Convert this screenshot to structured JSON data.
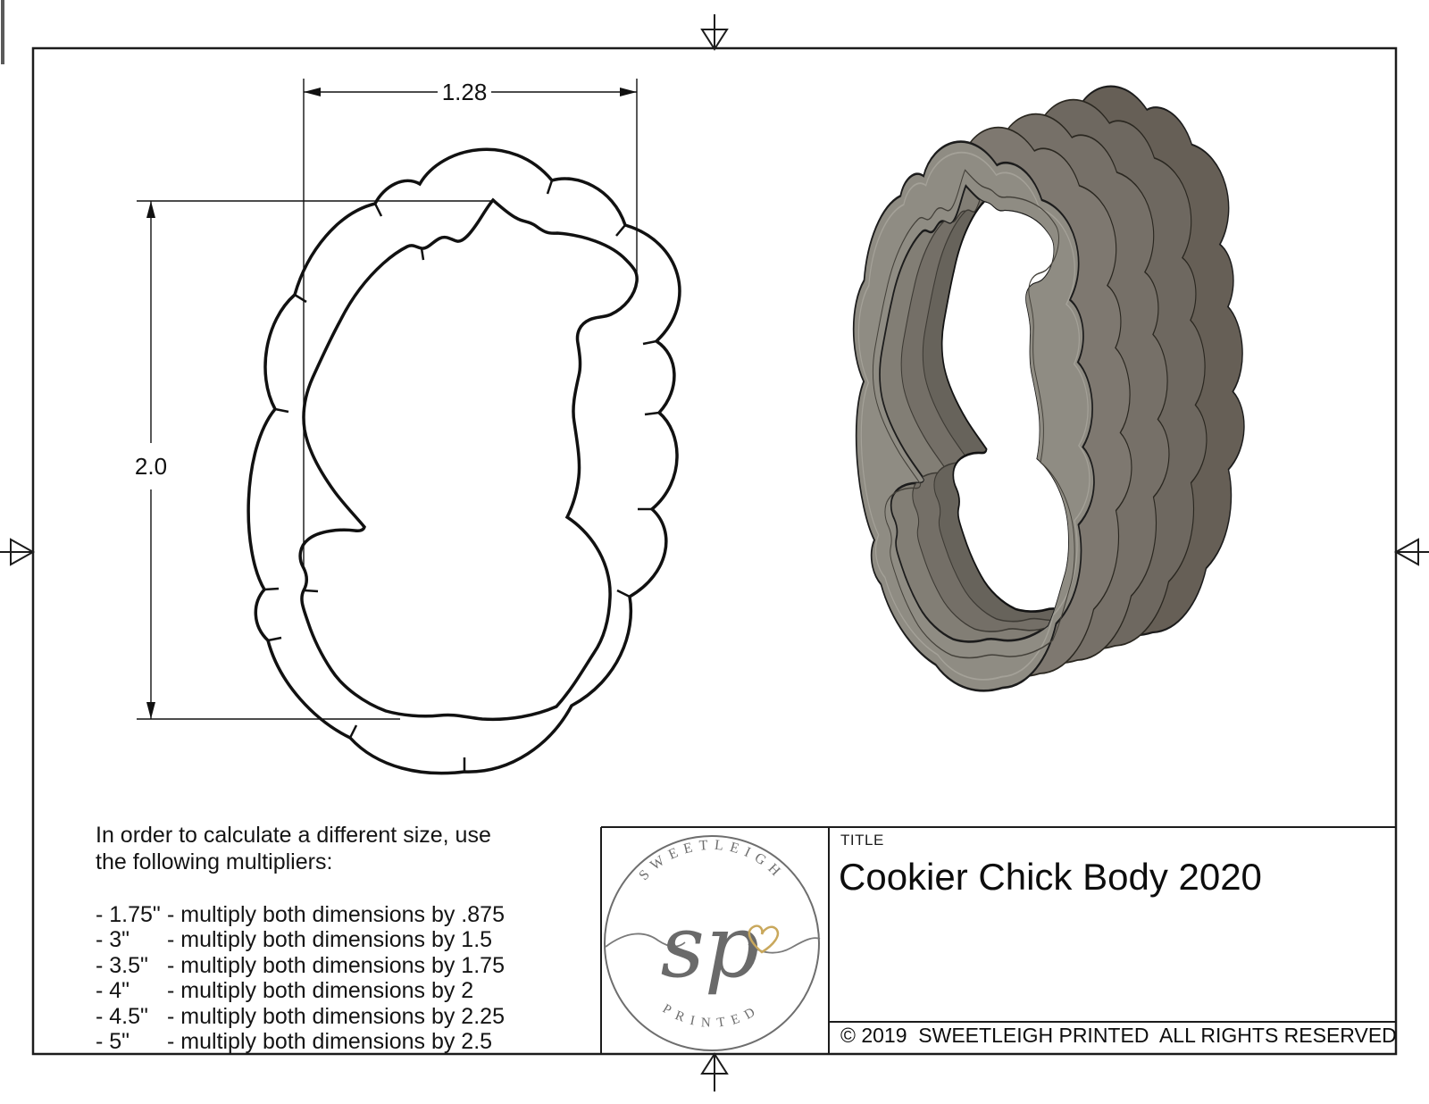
{
  "drawing": {
    "width_label": "1.28",
    "height_label": "2.0"
  },
  "notes": {
    "intro_lines": [
      "In order to calculate a different size, use",
      "the following multipliers:"
    ],
    "multipliers": [
      {
        "size": "- 1.75\"",
        "rule": "- multiply both dimensions by .875"
      },
      {
        "size": "- 3\"",
        "rule": "- multiply both dimensions by 1.5"
      },
      {
        "size": "- 3.5\"",
        "rule": "- multiply both dimensions by 1.75"
      },
      {
        "size": "- 4\"",
        "rule": "- multiply both dimensions by 2"
      },
      {
        "size": "- 4.5\"",
        "rule": "- multiply both dimensions by 2.25"
      },
      {
        "size": "- 5\"",
        "rule": "- multiply both dimensions by 2.5"
      }
    ]
  },
  "title_block": {
    "label": "TITLE",
    "title": "Cookier Chick Body 2020",
    "copyright": "© 2019  SWEETLEIGH PRINTED  ALL RIGHTS RESERVED"
  },
  "logo": {
    "top_text": "SWEETLEIGH",
    "bottom_text": "PRINTED",
    "monogram": "sp"
  },
  "colors": {
    "line": "#1c1c1c",
    "logo_gray": "#6e6e6e",
    "heart_gold": "#c9a85c",
    "cutter_front": "#8f8c83",
    "cutter_side_dark": "#655f56",
    "cutter_side_mid": "#756f66",
    "cutter_wall": "#827e75"
  }
}
